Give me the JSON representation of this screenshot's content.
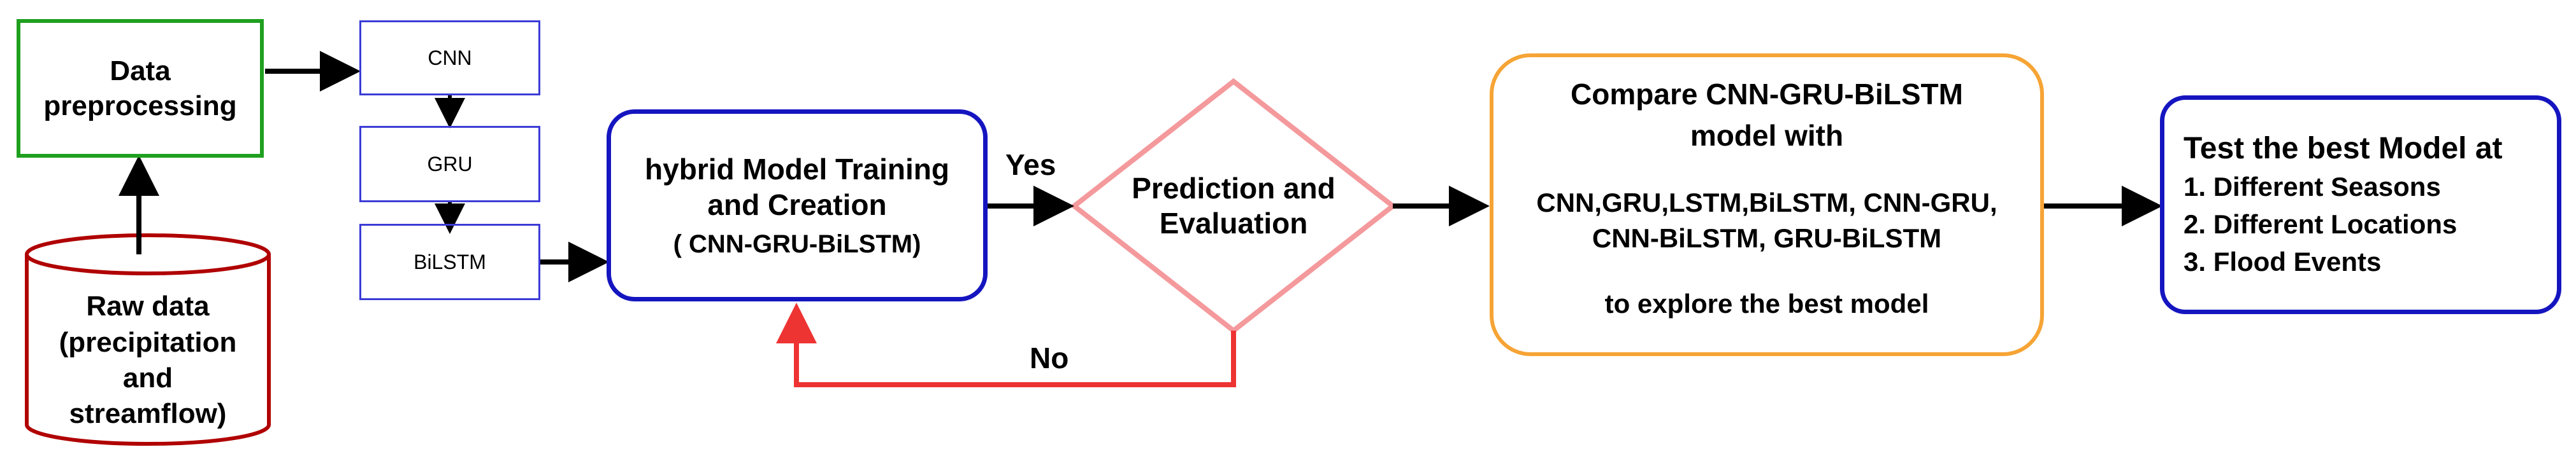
{
  "nodes": {
    "preprocessing": [
      "Data",
      "preprocessing"
    ],
    "cnn": "CNN",
    "gru": "GRU",
    "bilstm": "BiLSTM",
    "raw_data": [
      "Raw data",
      "(precipitation",
      "and",
      "streamflow)"
    ],
    "training": {
      "lines": [
        "hybrid Model Training",
        "and Creation"
      ],
      "sub": "( CNN-GRU-BiLSTM)"
    },
    "decision": [
      "Prediction and",
      "Evaluation"
    ],
    "compare": {
      "title": [
        "Compare CNN-GRU-BiLSTM",
        "model  with"
      ],
      "models": [
        "CNN,GRU,LSTM,BiLSTM, CNN-GRU,",
        "CNN-BiLSTM, GRU-BiLSTM"
      ],
      "footer": "to explore the best model"
    },
    "test": {
      "title": "Test the best Model at",
      "items": [
        "1. Different Seasons",
        "2. Different Locations",
        "3. Flood Events"
      ]
    }
  },
  "edges": {
    "yes_label": "Yes",
    "no_label": "No"
  },
  "colors": {
    "preprocessing_border": "#1fa01f",
    "small_box_border": "#3b3bd6",
    "raw_data_border": "#b00000",
    "training_border": "#1515c0",
    "decision_border": "#f4999c",
    "compare_border": "#f6a435",
    "test_border": "#1515c0",
    "no_path": "#ee3333",
    "arrow": "#000000"
  }
}
